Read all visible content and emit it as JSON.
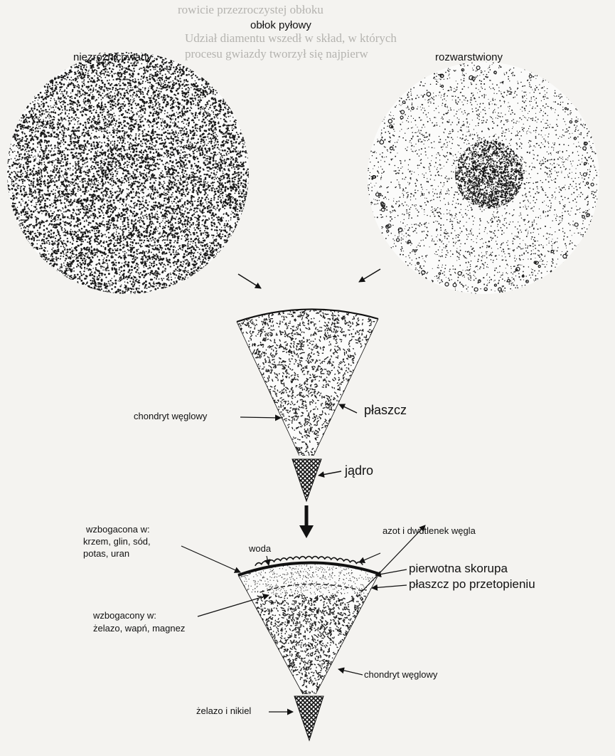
{
  "background_text": [
    "rowicie przezroczystej obłoku",
    "Udział diamentu wszedł w skład, w których",
    "procesu gwiazdy tworzył się najpierw",
    "",
    "",
    "",
    "",
    "",
    "",
    "",
    "",
    ""
  ],
  "cloud": {
    "title": "obłok pyłowy",
    "left_label": "niezróżnicowany",
    "right_label": "rozwarstwiony"
  },
  "upper_wedge": {
    "mantle_label": "płaszcz",
    "material_label": "chondryt węglowy",
    "core_label": "jądro"
  },
  "lower_wedge": {
    "water_label": "woda",
    "gases_label": "azot i dwutlenek węgla",
    "enriched_top": [
      "wzbogacona w:",
      "krzem, glin, sód,",
      "potas, uran"
    ],
    "crust_label": "pierwotna skorupa",
    "remelted_label": "płaszcz po przetopieniu",
    "enriched_bottom": [
      "wzbogacony w:",
      "żelazo, wapń, magnez"
    ],
    "material_label": "chondryt węglowy",
    "core_label": "żelazo i nikiel"
  }
}
